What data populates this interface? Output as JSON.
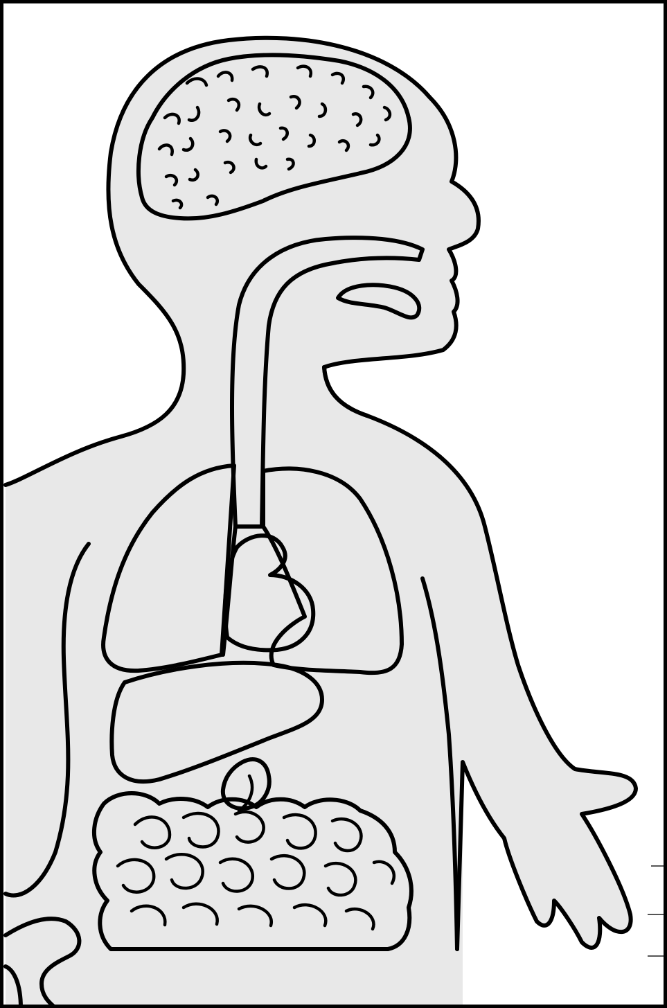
{
  "colors": {
    "background": "#ffffff",
    "body": "#e8e8e8",
    "lungs": "#c8c8c8",
    "heart": "#a4a4a4",
    "liver": "#707070",
    "intestines": "#d6d6d6",
    "tongue": "#c8c8c8",
    "brain": "#ececec",
    "outline": "#000000"
  },
  "organs": [
    {
      "name": "brain",
      "shown": true
    },
    {
      "name": "tongue",
      "shown": true
    },
    {
      "name": "esophagus",
      "shown": true
    },
    {
      "name": "lungs",
      "shown": true
    },
    {
      "name": "heart",
      "shown": true
    },
    {
      "name": "liver",
      "shown": true
    },
    {
      "name": "stomach",
      "shown": true
    },
    {
      "name": "intestines",
      "shown": true
    }
  ]
}
